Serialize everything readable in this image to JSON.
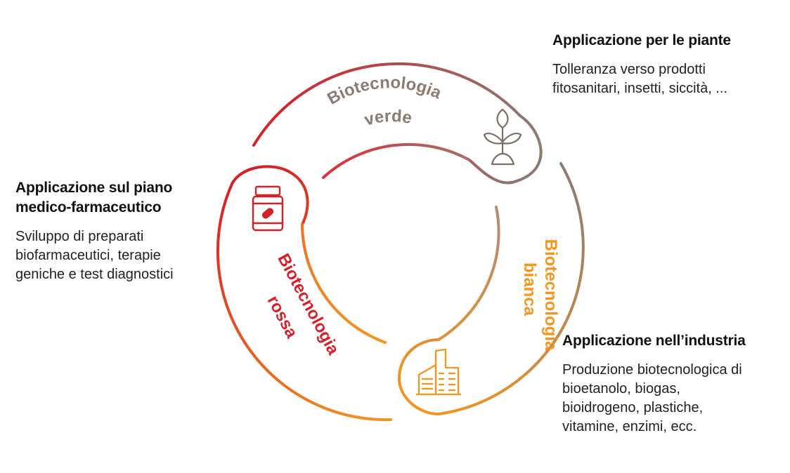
{
  "colors": {
    "red": "#d61f26",
    "orange": "#f7941d",
    "taupe": "#8c7b73",
    "text": "#1a1a1a"
  },
  "segments": {
    "green": {
      "label_line1": "Biotecnologia",
      "label_line2": "verde",
      "icon": "plant-icon"
    },
    "white": {
      "label_line1": "Biotecnologia",
      "label_line2": "bianca",
      "icon": "factory-icon"
    },
    "red": {
      "label_line1": "Biotecnologia",
      "label_line2": "rossa",
      "icon": "medicine-bottle-icon"
    }
  },
  "blocks": {
    "plants": {
      "title": "Applicazione per le piante",
      "lines": [
        "Tolleranza verso prodotti",
        "fitosanitari, insetti, siccità, ..."
      ]
    },
    "medical": {
      "title_lines": [
        "Applicazione sul piano",
        "medico-farmaceutico"
      ],
      "lines": [
        "Sviluppo di preparati",
        "biofarmaceutici, terapie",
        "geniche e test diagnostici"
      ]
    },
    "industry": {
      "title": "Applicazione nell’industria",
      "lines": [
        "Produzione biotecnologica di",
        "bioetanolo, biogas,",
        "bioidrogeno, plastiche,",
        "vitamine, enzimi, ecc."
      ]
    }
  }
}
